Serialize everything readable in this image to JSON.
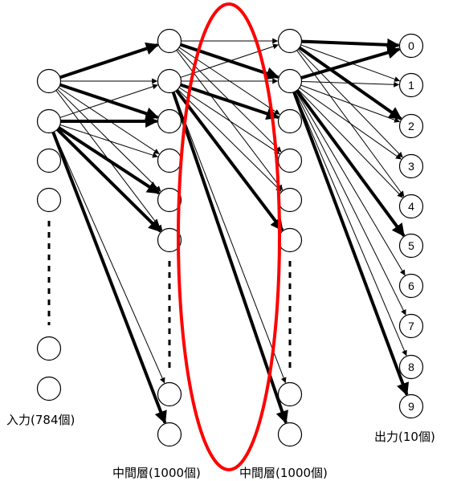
{
  "layers": {
    "input": {
      "label": "入力(784個)"
    },
    "hidden1": {
      "label": "中間層(1000個)"
    },
    "hidden2": {
      "label": "中間層(1000個)"
    },
    "output": {
      "label": "出力(10個)",
      "nodes": [
        "0",
        "1",
        "2",
        "3",
        "4",
        "5",
        "6",
        "7",
        "8",
        "9"
      ]
    }
  },
  "colors": {
    "highlight": "#ff0000",
    "edge": "#000000",
    "node_fill": "#ffffff"
  }
}
